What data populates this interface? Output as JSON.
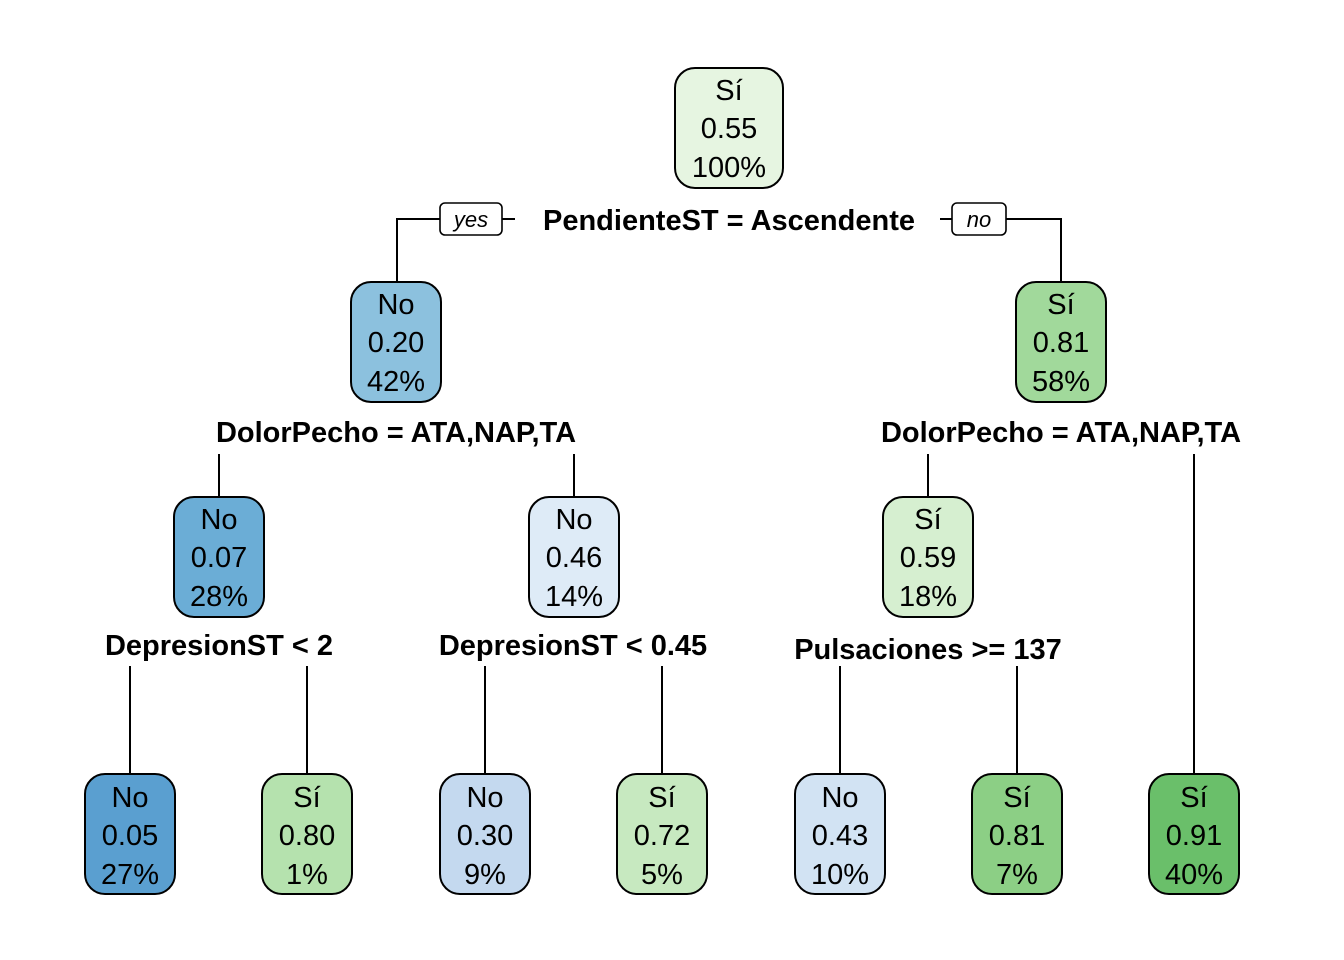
{
  "tree": {
    "nodes": [
      {
        "id": "n1",
        "class": "Sí",
        "prob": "0.55",
        "pct": "100%",
        "fill": "#e6f5e1"
      },
      {
        "id": "n2",
        "class": "No",
        "prob": "0.20",
        "pct": "42%",
        "fill": "#8cc1de"
      },
      {
        "id": "n3",
        "class": "Sí",
        "prob": "0.81",
        "pct": "58%",
        "fill": "#a1d99b"
      },
      {
        "id": "n4",
        "class": "No",
        "prob": "0.07",
        "pct": "28%",
        "fill": "#6badd6"
      },
      {
        "id": "n5",
        "class": "No",
        "prob": "0.46",
        "pct": "14%",
        "fill": "#deebf7"
      },
      {
        "id": "n6",
        "class": "Sí",
        "prob": "0.59",
        "pct": "18%",
        "fill": "#d6efd0"
      },
      {
        "id": "n7",
        "class": "No",
        "prob": "0.05",
        "pct": "27%",
        "fill": "#5a9fd0"
      },
      {
        "id": "n8",
        "class": "Sí",
        "prob": "0.80",
        "pct": "1%",
        "fill": "#b5e2ae"
      },
      {
        "id": "n9",
        "class": "No",
        "prob": "0.30",
        "pct": "9%",
        "fill": "#c4d9ef"
      },
      {
        "id": "n10",
        "class": "Sí",
        "prob": "0.72",
        "pct": "5%",
        "fill": "#c7e9c0"
      },
      {
        "id": "n11",
        "class": "No",
        "prob": "0.43",
        "pct": "10%",
        "fill": "#d2e3f3"
      },
      {
        "id": "n12",
        "class": "Sí",
        "prob": "0.81",
        "pct": "7%",
        "fill": "#8ccf85"
      },
      {
        "id": "n13",
        "class": "Sí",
        "prob": "0.91",
        "pct": "40%",
        "fill": "#6abf6a"
      }
    ],
    "splits": [
      {
        "id": "s1",
        "label": "PendienteST = Ascendente"
      },
      {
        "id": "s2",
        "label": "DolorPecho = ATA,NAP,TA"
      },
      {
        "id": "s3",
        "label": "DolorPecho = ATA,NAP,TA"
      },
      {
        "id": "s4",
        "label": "DepresionST < 2"
      },
      {
        "id": "s5",
        "label": "DepresionST < 0.45"
      },
      {
        "id": "s6",
        "label": "Pulsaciones >= 137"
      }
    ],
    "branch_labels": {
      "yes": "yes",
      "no": "no"
    }
  }
}
